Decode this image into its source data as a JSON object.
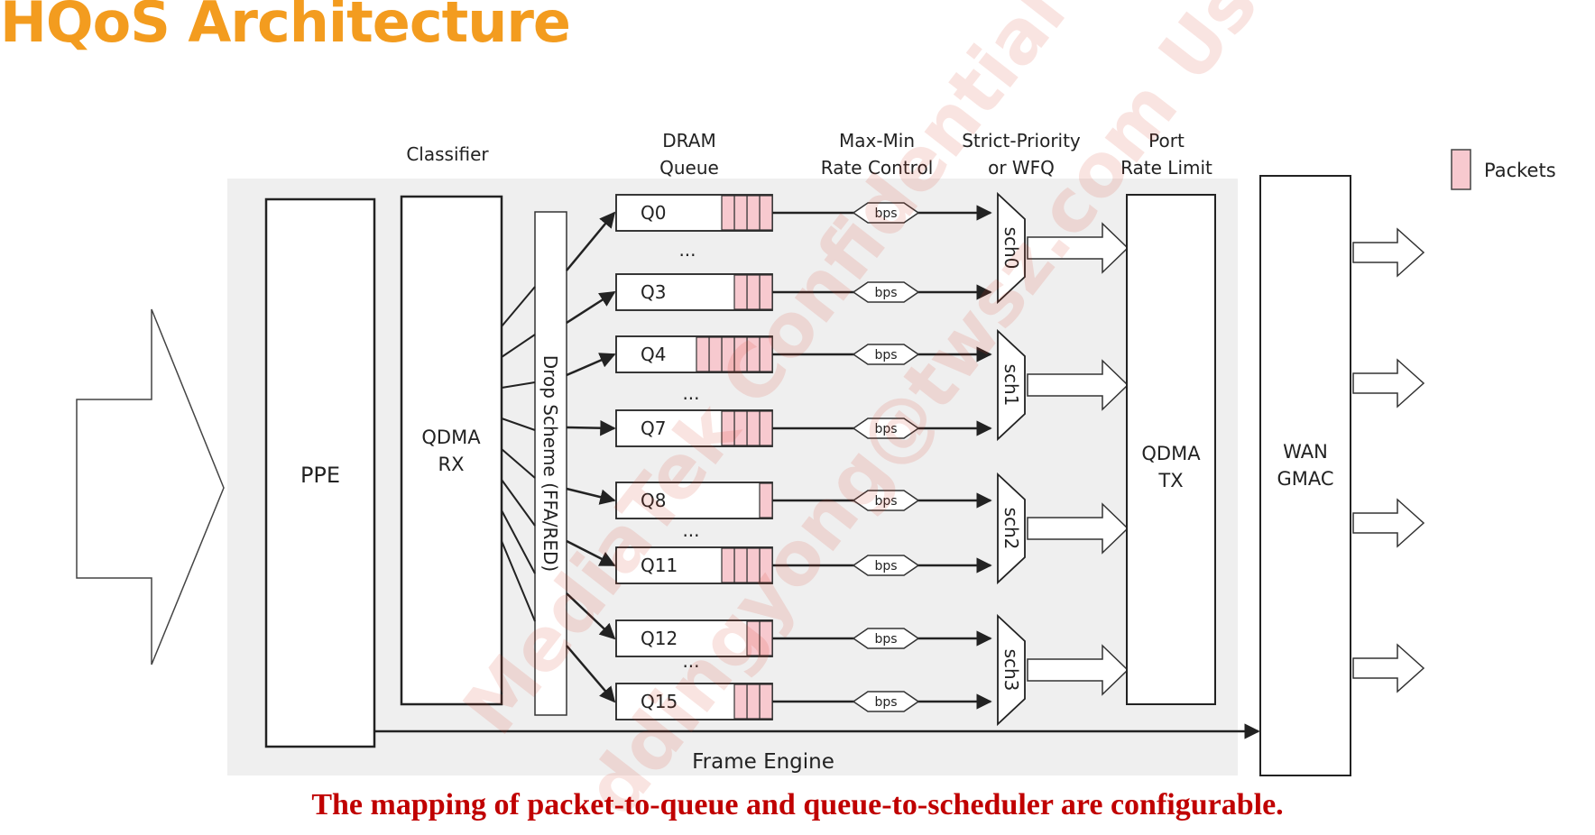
{
  "title": "HQoS Architecture",
  "footer": "The mapping of packet-to-queue and queue-to-scheduler are configurable.",
  "colors": {
    "title": "#f39c1f",
    "footer": "#c00000",
    "packet_fill": "#f7c9cf",
    "watermark": "#d9381e"
  },
  "headers": {
    "classifier": "Classifier",
    "dram_1": "DRAM",
    "dram_2": "Queue",
    "maxmin_1": "Max-Min",
    "maxmin_2": "Rate Control",
    "sp_1": "Strict-Priority",
    "sp_2": "or WFQ",
    "port_1": "Port",
    "port_2": "Rate Limit"
  },
  "legend": {
    "label": "Packets"
  },
  "blocks": {
    "ppe": "PPE",
    "qdma_rx_1": "QDMA",
    "qdma_rx_2": "RX",
    "drop_scheme": "Drop Scheme (FFA/RED)",
    "qdma_tx_1": "QDMA",
    "qdma_tx_2": "TX",
    "wan_1": "WAN",
    "wan_2": "GMAC",
    "frame_engine": "Frame Engine"
  },
  "queues": [
    {
      "label": "Q0",
      "packets": 4
    },
    {
      "label": "Q3",
      "packets": 3
    },
    {
      "label": "Q4",
      "packets": 6
    },
    {
      "label": "Q7",
      "packets": 4
    },
    {
      "label": "Q8",
      "packets": 1
    },
    {
      "label": "Q11",
      "packets": 4
    },
    {
      "label": "Q12",
      "packets": 2
    },
    {
      "label": "Q15",
      "packets": 3
    }
  ],
  "ellipsis": "...",
  "rate_label": "bps",
  "schedulers": [
    "sch0",
    "sch1",
    "sch2",
    "sch3"
  ],
  "watermark": {
    "line1": "MediaTek Confidential",
    "line2": "ddingyong@twsz.com Use"
  }
}
